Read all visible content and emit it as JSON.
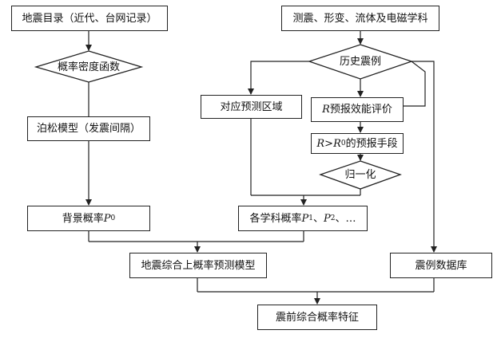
{
  "nodes": {
    "catalog": "地震目录（近代、台网记录）",
    "prob_density": "概率密度函数",
    "poisson": "泊松模型（发震间隔）",
    "background_prefix": "背景概率",
    "background_var": "P",
    "background_sub": "0",
    "combined_model": "地震综合上概率预测模型",
    "observations": "测震、形变、流体及电磁学科",
    "history": "历史震例",
    "region": "对应预测区域",
    "r_var": "R",
    "r_eval": " 预报效能评价",
    "r_var2": "R",
    "r_gt": ">",
    "r0_var": "R",
    "r0_sub": "0",
    "r_means": "的预报手段",
    "normalize": "归一化",
    "discipline_prefix": "各学科概率",
    "p1_var": "P",
    "p1_sub": "1",
    "sep1": "、",
    "p2_var": "P",
    "p2_sub": "2",
    "sep2": "、…",
    "case_db": "震例数据库",
    "final": "震前综合概率特征"
  }
}
